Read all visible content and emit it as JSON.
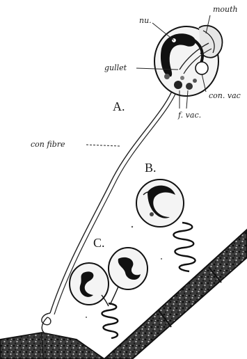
{
  "figure": {
    "panels": {
      "a": "A.",
      "b": "B.",
      "c": "C."
    },
    "labels": {
      "nucleus": "nu.",
      "mouth": "mouth",
      "gullet": "gullet",
      "contractile_vacuole": "con. vac",
      "food_vacuole": "f. vac.",
      "contractile_fibre": "con fibre"
    }
  }
}
